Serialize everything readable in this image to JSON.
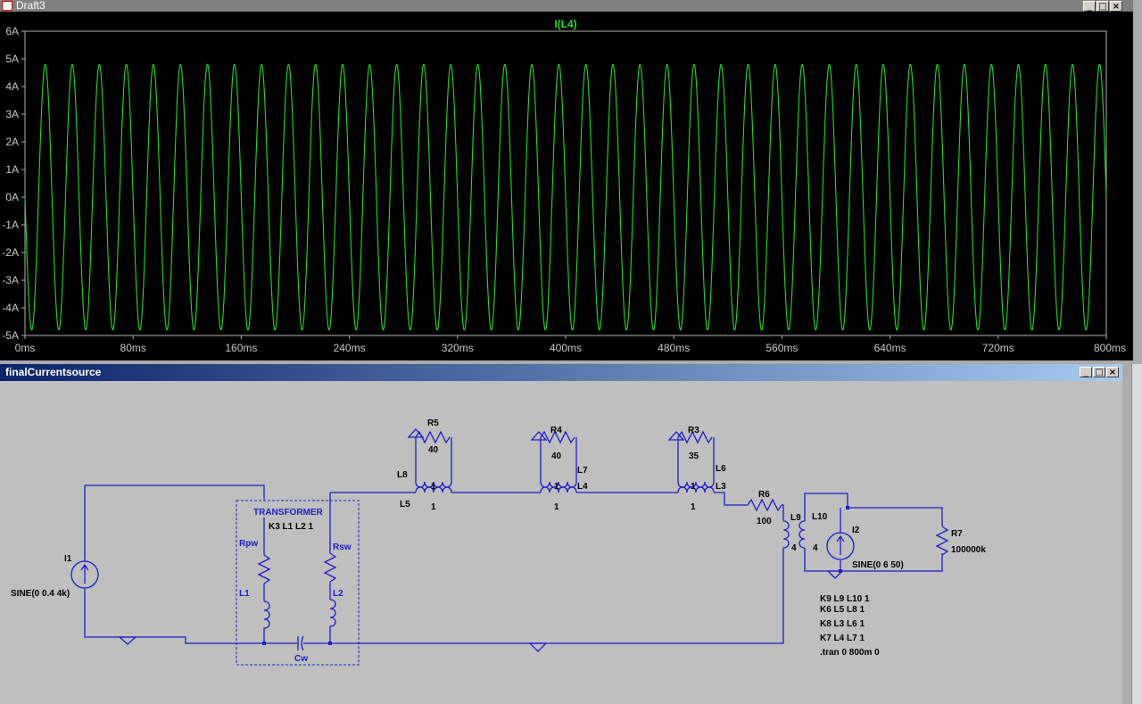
{
  "waveform_window": {
    "title": "Draft3",
    "controls": [
      "_",
      "□",
      "×"
    ]
  },
  "schematic_window": {
    "title": "finalCurrentsource",
    "controls": [
      "_",
      "□",
      "×"
    ]
  },
  "colors": {
    "trace": "#22dd22",
    "wire": "#1c1ccc",
    "plot_bg": "#000000",
    "schematic_bg": "#bfbfbf"
  },
  "chart_data": {
    "type": "line",
    "title": "I(L4)",
    "x_unit": "ms",
    "y_unit": "A",
    "xlim": [
      0,
      800
    ],
    "ylim": [
      -5,
      6
    ],
    "x_ticks": [
      "0ms",
      "80ms",
      "160ms",
      "240ms",
      "320ms",
      "400ms",
      "480ms",
      "560ms",
      "640ms",
      "720ms",
      "800ms"
    ],
    "y_ticks": [
      "6A",
      "5A",
      "4A",
      "3A",
      "2A",
      "1A",
      "0A",
      "-1A",
      "-2A",
      "-3A",
      "-4A",
      "-5A"
    ],
    "series": [
      {
        "name": "I(L4)",
        "waveform": "sine",
        "amplitude": 4.8,
        "frequency_hz": 50,
        "offset": 0,
        "phase_deg": 180
      }
    ],
    "grid": false
  },
  "schematic": {
    "labels": {
      "r5": "R5",
      "r5_val": "40",
      "r4": "R4",
      "r4_val": "40",
      "r3": "R3",
      "r3_val": "35",
      "r6": "R6",
      "r6_val": "100",
      "r7": "R7",
      "r7_val": "100000k",
      "l8": "L8",
      "l5": "L5",
      "l7": "L7",
      "l4": "L4",
      "l6": "L6",
      "l3": "L3",
      "l9": "L9",
      "l10": "L10",
      "l1": "L1",
      "l2": "L2",
      "one": "1",
      "four": "4",
      "i1": "I1",
      "i1_val": "SINE(0 0.4 4k)",
      "i2": "I2",
      "i2_val": "SINE(0 6 50)",
      "transformer": "TRANSFORMER",
      "k3": "K3 L1 L2 1",
      "rpw": "Rpw",
      "rsw": "Rsw",
      "cw": "Cw",
      "k9": "K9 L9 L10 1",
      "k6": "K6 L5 L8 1",
      "k8": "K8 L3 L6 1",
      "k7": "K7 L4 L7 1",
      "tran": ".tran 0 800m 0"
    }
  }
}
